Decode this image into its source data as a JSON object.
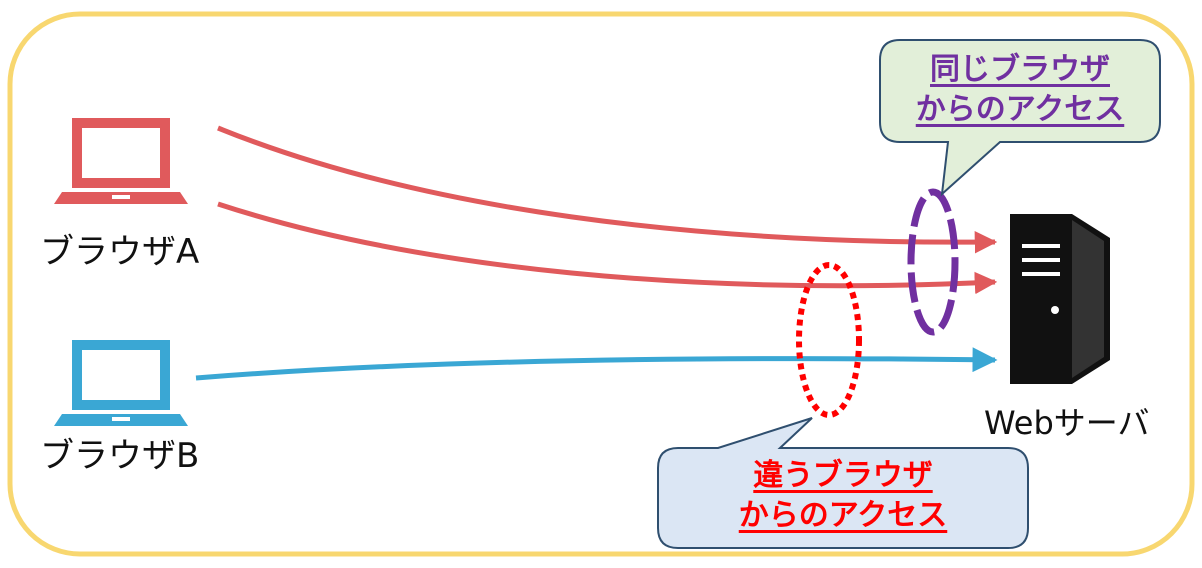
{
  "labels": {
    "browser_a": "ブラウザA",
    "browser_b": "ブラウザB",
    "server": "Webサーバ"
  },
  "callouts": {
    "same": {
      "line1": "同じブラウザ",
      "line2": "からのアクセス"
    },
    "different": {
      "line1": "違うブラウザ",
      "line2": "からのアクセス"
    }
  },
  "colors": {
    "frame": "#f8d770",
    "browser_a": "#e05a5c",
    "browser_b": "#3aa7d4",
    "same_highlight": "#7030a0",
    "different_highlight": "#ff0000",
    "same_callout_fill": "#e2efd9",
    "different_callout_fill": "#dbe6f4",
    "callout_border": "#2f4f6f",
    "server": "#111111"
  },
  "icons": [
    "laptop-icon",
    "laptop-icon",
    "server-tower-icon"
  ]
}
